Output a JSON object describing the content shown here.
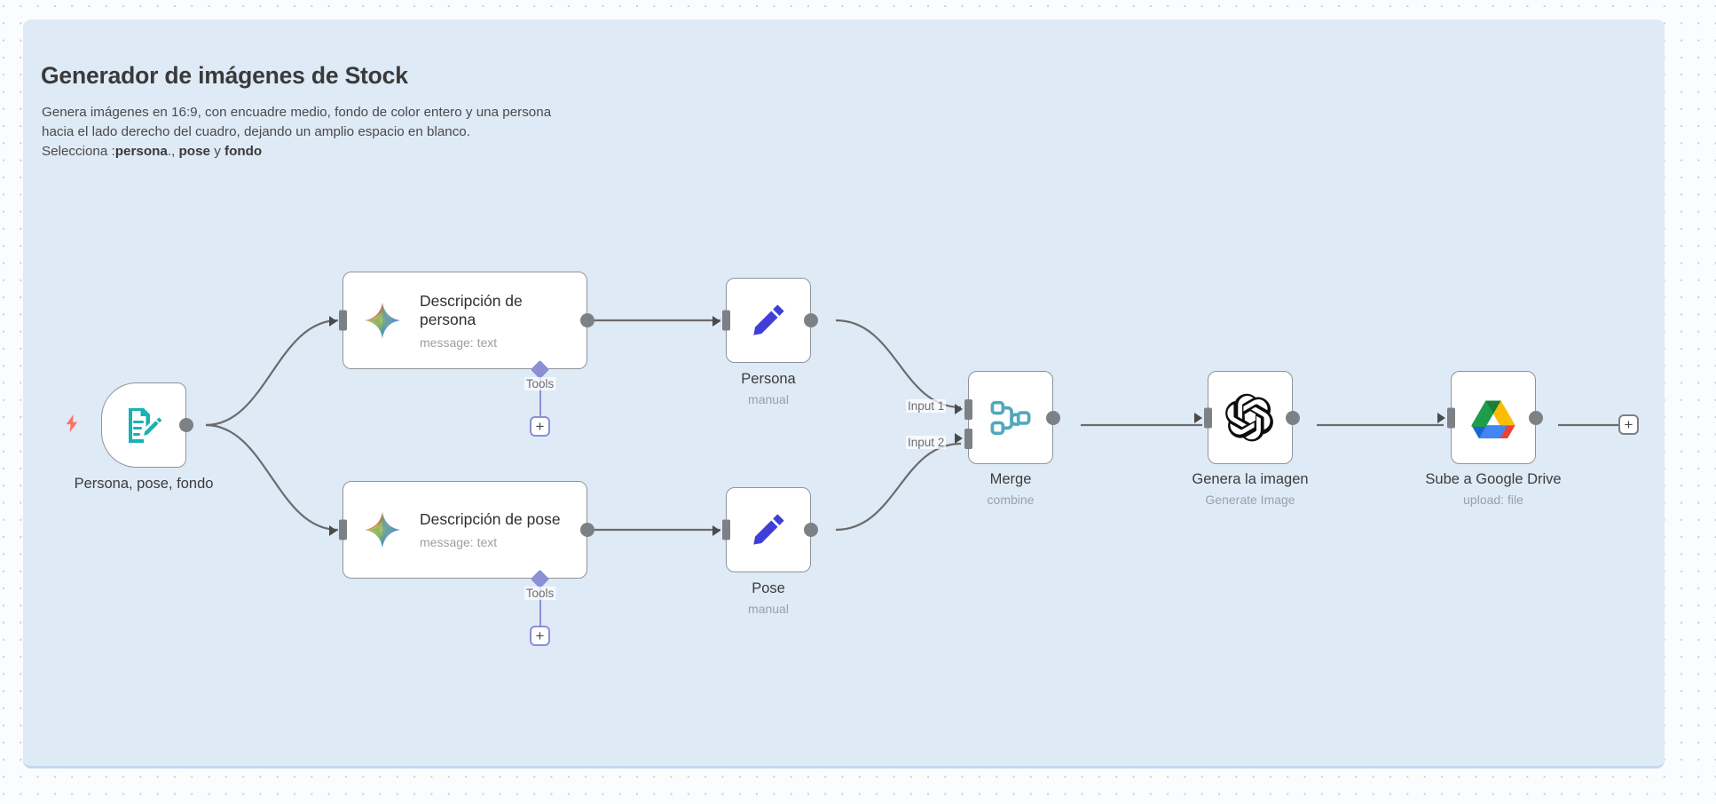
{
  "sticky_note": {
    "title": "Generador de imágenes de Stock",
    "line1": "Genera imágenes en 16:9, con encuadre medio, fondo de color entero y una persona",
    "line2": "hacia el lado derecho del cuadro, dejando un amplio espacio en blanco.",
    "line3_prefix": "Selecciona :",
    "line3_b1": "persona",
    "line3_mid1": ".,",
    "line3_b2": "pose",
    "line3_mid2": " y ",
    "line3_b3": "fondo",
    "background_color": "#dfeaf7"
  },
  "canvas": {
    "background_color": "#fbfcfe",
    "dot_color": "#c9cdd4"
  },
  "nodes": [
    {
      "id": "trigger",
      "label": "Persona, pose, fondo",
      "sublabel": "",
      "icon": "form-edit-icon",
      "icon_color": "#18b2b2",
      "type": "trigger"
    },
    {
      "id": "desc-persona",
      "label": "Descripción de persona",
      "sublabel": "message: text",
      "icon": "gemini-sparkle-icon",
      "type": "wide",
      "tools_label": "Tools",
      "tools_plus": "+"
    },
    {
      "id": "desc-pose",
      "label": "Descripción de pose",
      "sublabel": "message: text",
      "icon": "gemini-sparkle-icon",
      "type": "wide",
      "tools_label": "Tools",
      "tools_plus": "+"
    },
    {
      "id": "persona",
      "label": "Persona",
      "sublabel": "manual",
      "icon": "pencil-icon",
      "icon_color": "#3f3fd8",
      "type": "square"
    },
    {
      "id": "pose",
      "label": "Pose",
      "sublabel": "manual",
      "icon": "pencil-icon",
      "icon_color": "#3f3fd8",
      "type": "square"
    },
    {
      "id": "merge",
      "label": "Merge",
      "sublabel": "combine",
      "icon": "merge-icon",
      "icon_color": "#52a8bd",
      "type": "square",
      "input1_label": "Input 1",
      "input2_label": "Input 2"
    },
    {
      "id": "openai",
      "label": "Genera la imagen",
      "sublabel": "Generate Image",
      "icon": "openai-icon",
      "icon_color": "#0d0d0d",
      "type": "square"
    },
    {
      "id": "gdrive",
      "label": "Sube a Google Drive",
      "sublabel": "upload: file",
      "icon": "google-drive-icon",
      "type": "square"
    }
  ],
  "end_plus_label": "+",
  "trigger_bolt": "lightning-bolt-icon",
  "colors": {
    "node_border": "#909399",
    "port": "#7d8186",
    "edge": "#6b6b6b",
    "tools_accent": "#8b8fd4",
    "bolt": "#ff7166"
  }
}
